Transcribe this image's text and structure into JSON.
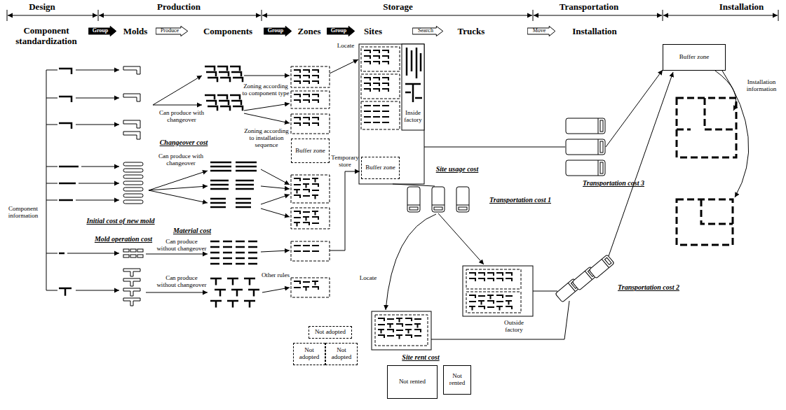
{
  "diagram": {
    "nodes": [
      {
        "text": [
          "Group"
        ]
      },
      {
        "text": [
          "Produce"
        ]
      },
      {
        "text": [
          "Group"
        ]
      },
      {
        "text": [
          "Group"
        ]
      },
      {
        "text": [
          "Search"
        ]
      },
      {
        "text": [
          "Move"
        ]
      },
      {
        "text": [
          "Buffer zone"
        ]
      },
      {
        "text": [
          "Buffer zone"
        ]
      },
      {
        "text": [
          "Buffer zone"
        ]
      },
      {
        "text": [
          "Not adopted"
        ]
      },
      {
        "text": [
          "Not adopted"
        ]
      },
      {
        "text": [
          "Not adopted"
        ]
      },
      {
        "text": [
          "Not rented"
        ]
      },
      {
        "text": [
          "Not rented"
        ]
      }
    ],
    "labels": [
      "Design",
      "Production",
      "Storage",
      "Transportation",
      "Installation",
      "Component standardization",
      "Molds",
      "Components",
      "Zones",
      "Sites",
      "Trucks",
      "Installation",
      "Component information",
      "Can produce with changeover",
      "Changeover cost",
      "Can produce with changeover",
      "Initial cost of new mold",
      "Material cost",
      "Mold operation cost",
      "Can produce without changeover",
      "Can produce without changeover",
      "Zoning according to component type",
      "Zoning according to installation sequence",
      "Other rules",
      "Locate",
      "Temporary store",
      "Inside factory",
      "Site usage cost",
      "Transportation cost 1",
      "Locate",
      "Outside factory",
      "Site rent cost",
      "Transportation cost 2",
      "Transportation cost 3",
      "Installation information"
    ]
  }
}
